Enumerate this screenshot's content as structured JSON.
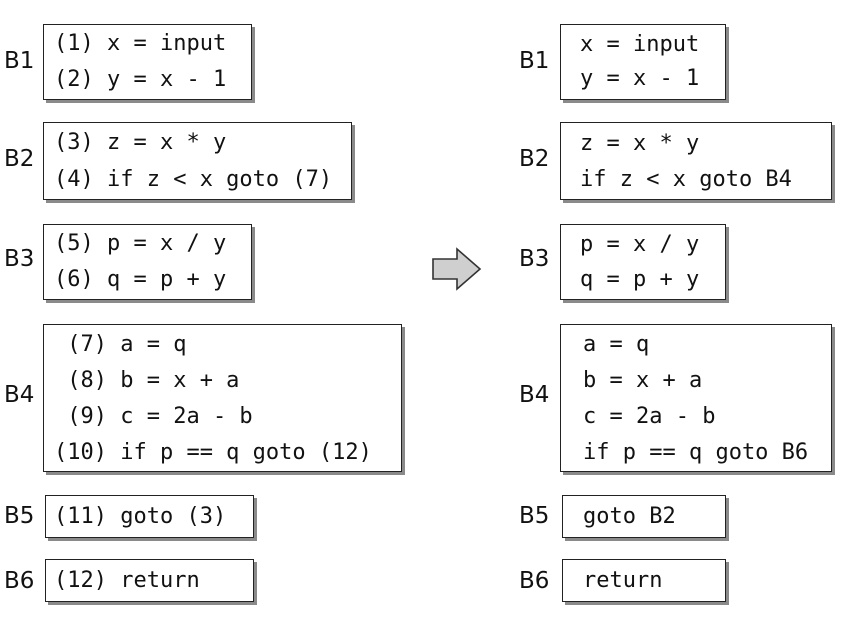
{
  "left": {
    "blocks": [
      {
        "label": "B1",
        "lines": [
          "(1) x = input",
          "(2) y = x - 1"
        ]
      },
      {
        "label": "B2",
        "lines": [
          "(3) z = x * y",
          "(4) if z < x goto (7)"
        ]
      },
      {
        "label": "B3",
        "lines": [
          "(5) p = x / y",
          "(6) q = p + y"
        ]
      },
      {
        "label": "B4",
        "lines": [
          " (7) a = q",
          " (8) b = x + a",
          " (9) c = 2a - b",
          "(10) if p == q goto (12)"
        ]
      },
      {
        "label": "B5",
        "lines": [
          "(11) goto (3)"
        ]
      },
      {
        "label": "B6",
        "lines": [
          "(12) return"
        ]
      }
    ]
  },
  "right": {
    "blocks": [
      {
        "label": "B1",
        "lines": [
          "x = input",
          "y = x - 1"
        ]
      },
      {
        "label": "B2",
        "lines": [
          "z = x * y",
          "if z < x goto B4"
        ]
      },
      {
        "label": "B3",
        "lines": [
          "p = x / y",
          "q = p + y"
        ]
      },
      {
        "label": "B4",
        "lines": [
          "a = q",
          "b = x + a",
          "c = 2a - b",
          "if p == q goto B6"
        ]
      },
      {
        "label": "B5",
        "lines": [
          "goto B2"
        ]
      },
      {
        "label": "B6",
        "lines": [
          "return"
        ]
      }
    ]
  },
  "arrow_icon": "right-arrow-icon"
}
